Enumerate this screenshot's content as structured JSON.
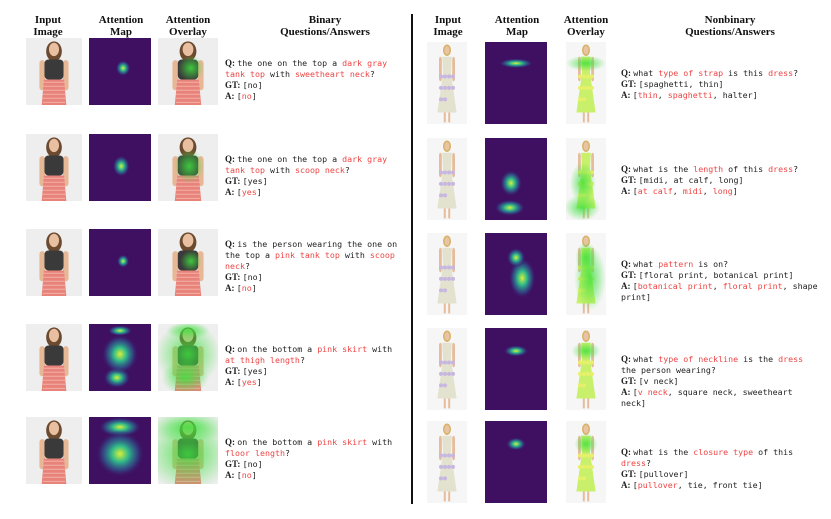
{
  "left_headers": {
    "input": [
      "Input",
      "Image"
    ],
    "attention": [
      "Attention",
      "Map"
    ],
    "overlay": [
      "Attention",
      "Overlay"
    ],
    "qa": [
      "Binary",
      "Questions/Answers"
    ]
  },
  "right_headers": {
    "input": [
      "Input",
      "Image"
    ],
    "attention": [
      "Attention",
      "Map"
    ],
    "overlay": [
      "Attention",
      "Overlay"
    ],
    "qa": [
      "Nonbinary",
      "Questions/Answers"
    ]
  },
  "labels": {
    "q": "Q:",
    "gt": "GT:",
    "a": "A:"
  },
  "binary_rows": [
    {
      "q": [
        [
          "the one on the top a ",
          ""
        ],
        [
          "dark gray tank top",
          "r"
        ],
        [
          " with ",
          ""
        ],
        [
          "sweetheart neck",
          "r"
        ],
        [
          "?",
          ""
        ]
      ],
      "gt": "[no]",
      "a": [
        [
          "[",
          ""
        ],
        [
          "no",
          "r"
        ],
        [
          "]",
          ""
        ]
      ]
    },
    {
      "q": [
        [
          "the one on the top a ",
          ""
        ],
        [
          "dark gray tank top",
          "r"
        ],
        [
          " with ",
          ""
        ],
        [
          "scoop neck",
          "r"
        ],
        [
          "?",
          ""
        ]
      ],
      "gt": "[yes]",
      "a": [
        [
          "[",
          ""
        ],
        [
          "yes",
          "r"
        ],
        [
          "]",
          ""
        ]
      ]
    },
    {
      "q": [
        [
          "is the person wearing the one on the top a ",
          ""
        ],
        [
          "pink tank top",
          "r"
        ],
        [
          " with ",
          ""
        ],
        [
          "scoop neck",
          "r"
        ],
        [
          "?",
          ""
        ]
      ],
      "gt": "[no]",
      "a": [
        [
          "[",
          ""
        ],
        [
          "no",
          "r"
        ],
        [
          "]",
          ""
        ]
      ]
    },
    {
      "q": [
        [
          "on the bottom a ",
          ""
        ],
        [
          "pink skirt",
          "r"
        ],
        [
          " with ",
          ""
        ],
        [
          "at thigh length",
          "r"
        ],
        [
          "?",
          ""
        ]
      ],
      "gt": "[yes]",
      "a": [
        [
          "[",
          ""
        ],
        [
          "yes",
          "r"
        ],
        [
          "]",
          ""
        ]
      ]
    },
    {
      "q": [
        [
          "on the bottom a ",
          ""
        ],
        [
          "pink skirt",
          "r"
        ],
        [
          " with ",
          ""
        ],
        [
          "floor length",
          "r"
        ],
        [
          "?",
          ""
        ]
      ],
      "gt": "[no]",
      "a": [
        [
          "[",
          ""
        ],
        [
          "no",
          "r"
        ],
        [
          "]",
          ""
        ]
      ]
    }
  ],
  "nonbinary_rows": [
    {
      "q": [
        [
          "what ",
          ""
        ],
        [
          "type of strap",
          "r"
        ],
        [
          " is this ",
          ""
        ],
        [
          "dress",
          "r"
        ],
        [
          "?",
          ""
        ]
      ],
      "gt": "[spaghetti, thin]",
      "a": [
        [
          "[",
          ""
        ],
        [
          "thin",
          "r"
        ],
        [
          ", ",
          ""
        ],
        [
          "spaghetti",
          "r"
        ],
        [
          ", halter]",
          ""
        ]
      ]
    },
    {
      "q": [
        [
          "what is the ",
          ""
        ],
        [
          "length",
          "r"
        ],
        [
          " of this ",
          ""
        ],
        [
          "dress",
          "r"
        ],
        [
          "?",
          ""
        ]
      ],
      "gt": "[midi, at calf, long]",
      "a": [
        [
          "[",
          ""
        ],
        [
          "at calf",
          "r"
        ],
        [
          ", ",
          ""
        ],
        [
          "midi",
          "r"
        ],
        [
          ", ",
          ""
        ],
        [
          "long",
          "r"
        ],
        [
          "]",
          ""
        ]
      ]
    },
    {
      "q": [
        [
          "what ",
          ""
        ],
        [
          "pattern",
          "r"
        ],
        [
          " is on?",
          ""
        ]
      ],
      "gt": "[floral print, botanical print]",
      "a": [
        [
          "[",
          ""
        ],
        [
          "botanical print",
          "r"
        ],
        [
          ", ",
          ""
        ],
        [
          "floral print",
          "r"
        ],
        [
          ", shape print]",
          ""
        ]
      ]
    },
    {
      "q": [
        [
          "what ",
          ""
        ],
        [
          "type of neckline",
          "r"
        ],
        [
          " is the ",
          ""
        ],
        [
          "dress",
          "r"
        ],
        [
          " the person wearing?",
          ""
        ]
      ],
      "gt": "[v neck]",
      "a": [
        [
          "[",
          ""
        ],
        [
          "v neck",
          "r"
        ],
        [
          ", square neck, sweetheart neck]",
          ""
        ]
      ]
    },
    {
      "q": [
        [
          "what is the ",
          ""
        ],
        [
          "closure type",
          "r"
        ],
        [
          " of this ",
          ""
        ],
        [
          "dress",
          "r"
        ],
        [
          "?",
          ""
        ]
      ],
      "gt": "[pullover]",
      "a": [
        [
          "[",
          ""
        ],
        [
          "pullover",
          "r"
        ],
        [
          ", tie, front tie]",
          ""
        ]
      ]
    }
  ],
  "colors": {
    "highlight": "#ee4444",
    "map_bg": "#3b1060",
    "overlay_green": "#3fd63f"
  }
}
